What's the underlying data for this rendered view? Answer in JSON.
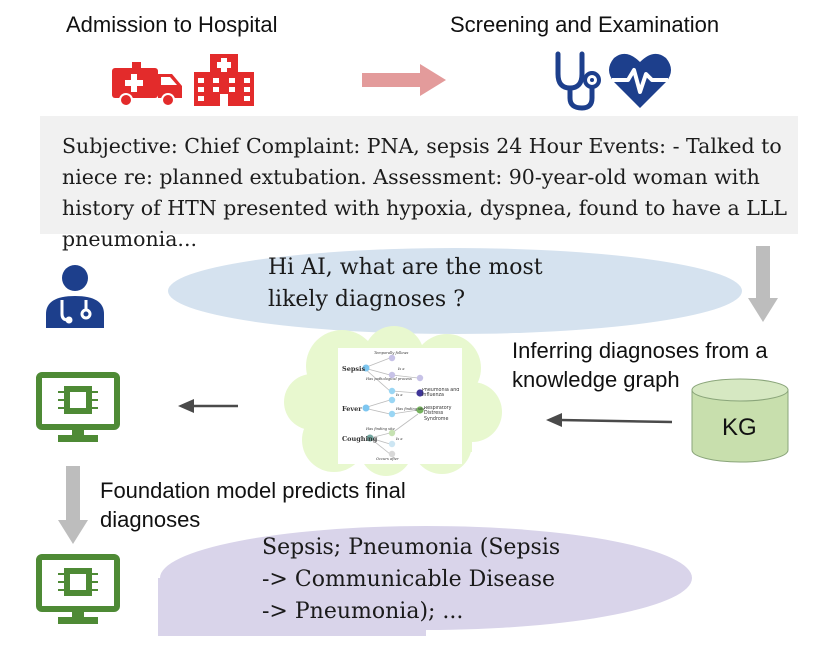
{
  "steps": {
    "admission": "Admission to Hospital",
    "screening": "Screening and Examination"
  },
  "note": {
    "text": "Subjective: Chief Complaint: PNA, sepsis 24 Hour Events: - Talked to niece re: planned extubation. Assessment: 90-year-old woman with history of HTN presented with hypoxia, dyspnea, found to have a LLL pneumonia..."
  },
  "question": {
    "line1": "Hi AI, what are the most",
    "line2": "likely diagnoses ?"
  },
  "kg_step": {
    "line1": "Inferring diagnoses from a",
    "line2": "knowledge graph",
    "store_label": "KG"
  },
  "graph_thumb": {
    "nodes": {
      "sepsis": "Sepsis",
      "fever": "Fever",
      "coughing": "Coughing",
      "pneumonia": "Pneumonia and Influenza",
      "respiratory": "Respiratory Distress Syndrome"
    },
    "edges": {
      "temporally_follows": "Temporally follows",
      "has_pathological_process": "Has pathological process",
      "is_a": "Is a",
      "has_finding_site": "Has finding site",
      "occurs_after": "Occurs after"
    }
  },
  "prediction_step": {
    "line1": "Foundation model predicts final",
    "line2": "diagnoses"
  },
  "answer": {
    "line1": "Sepsis; Pneumonia (Sepsis",
    "line2": "-> Communicable Disease",
    "line3": "-> Pneumonia); ..."
  },
  "colors": {
    "red_icons": "#e32b2b",
    "blue_icons": "#1d3f8c",
    "ai_green": "#4e8a35",
    "question_bubble": "#d5e2ef",
    "answer_bubble": "#d9d4ea",
    "cloud": "#e8f8cf",
    "kg_cylinder": "#c8dfad",
    "pink_arrow": "#e39b9b",
    "grey_arrow": "#bdbdbd"
  },
  "icons": [
    "ambulance-icon",
    "hospital-icon",
    "stethoscope-icon",
    "heartbeat-icon",
    "doctor-icon",
    "ai-monitor-icon",
    "database-icon"
  ]
}
